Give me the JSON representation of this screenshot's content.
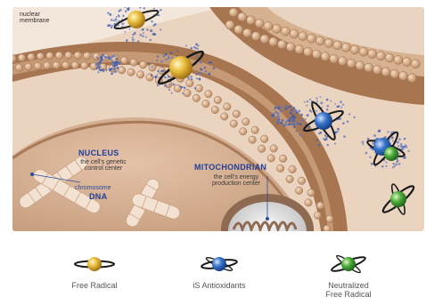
{
  "labels": {
    "nuclear_membrane": "nuclear\nmembrane",
    "nucleus_title": "NUCLEUS",
    "nucleus_sub": "the cell's genetic\ncontrol center",
    "chromosome": "chromosome",
    "dna": "DNA",
    "mito_title": "MITOCHONDRIAN",
    "mito_sub": "the cell's energy\nproduction center"
  },
  "legend": [
    {
      "label": "Free Radical",
      "icon": "free-radical-icon"
    },
    {
      "label": "iS Antioxidants",
      "icon": "antioxidant-icon"
    },
    {
      "label": "Neutralized\nFree Radical",
      "icon": "neutralized-free-radical-icon"
    }
  ],
  "colors": {
    "background_cytoplasm": "#e9d2bd",
    "membrane": "#a97a58",
    "membrane_bead": "#d9b08f",
    "nucleus_fill": "#d9b296",
    "chromosome": "#f1ddcc",
    "free_radical_gold": "#e0b43a",
    "antioxidant_blue": "#2c5fb0",
    "neutralized_green": "#3c9a3c",
    "label_blue": "#1f3f9a"
  }
}
